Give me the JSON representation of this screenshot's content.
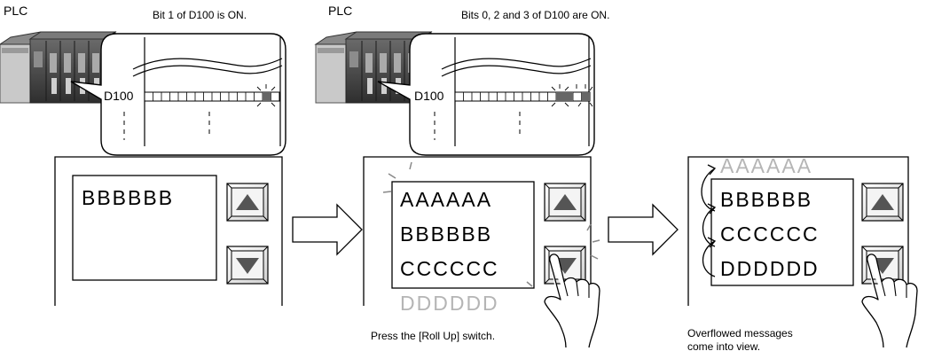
{
  "panel1": {
    "plc_label": "PLC",
    "note": "Bit 1 of D100 is ON.",
    "device_label": "D100",
    "lines": [
      "BBBBBB"
    ]
  },
  "panel2": {
    "plc_label": "PLC",
    "note": "Bits 0, 2 and 3 of D100 are ON.",
    "device_label": "D100",
    "lines": [
      "AAAAAA",
      "BBBBBB",
      "CCCCCC"
    ],
    "hidden_below": "DDDDDD",
    "caption": "Press the [Roll Up] switch."
  },
  "panel3": {
    "hidden_above": "AAAAAA",
    "lines": [
      "BBBBBB",
      "CCCCCC",
      "DDDDDD"
    ],
    "caption": "Overflowed messages come into view."
  },
  "colors": {
    "line": "#000000",
    "ghost_text": "#b5b5b5",
    "bit_on": "#666666",
    "plc_body": "#4a4a4a",
    "plc_side": "#c9c9c9"
  },
  "icons": [
    "plc-icon",
    "up-arrow-icon",
    "down-arrow-icon",
    "arrow-right-icon",
    "hand-pointer-icon",
    "roll-arrow-icon"
  ]
}
